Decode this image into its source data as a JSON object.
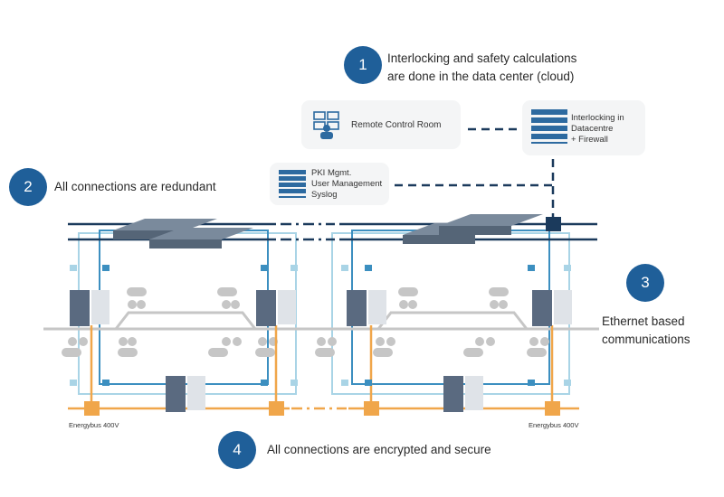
{
  "steps": [
    {
      "number": "1",
      "text_lines": [
        "Interlocking and safety calculations",
        "are done in the data center (cloud)"
      ]
    },
    {
      "number": "2",
      "text_lines": [
        "All connections are redundant"
      ]
    },
    {
      "number": "3",
      "text_lines": [
        "Ethernet based",
        "communications"
      ]
    },
    {
      "number": "4",
      "text_lines": [
        "All connections are encrypted and secure"
      ]
    }
  ],
  "nodes": {
    "remote_control_room": {
      "label": "Remote Control Room",
      "icon": "operator-monitors-icon"
    },
    "datacentre": {
      "lines": [
        "Interlocking in",
        "Datacentre",
        "+ Firewall"
      ],
      "icon": "server-rack-icon"
    },
    "pki": {
      "lines": [
        "PKI Mgmt.",
        "User Management",
        "Syslog"
      ],
      "icon": "server-rack-icon"
    }
  },
  "energybus_labels": [
    "Energybus 400V",
    "Energybus 400V"
  ],
  "colors": {
    "step_circle": "#1f5f99",
    "network_line": "#1b3a5c",
    "ring_light": "#a9d4e6",
    "ring_mid": "#3c8fc0",
    "energybus": "#f0a64a",
    "track": "#c6c6c6"
  }
}
